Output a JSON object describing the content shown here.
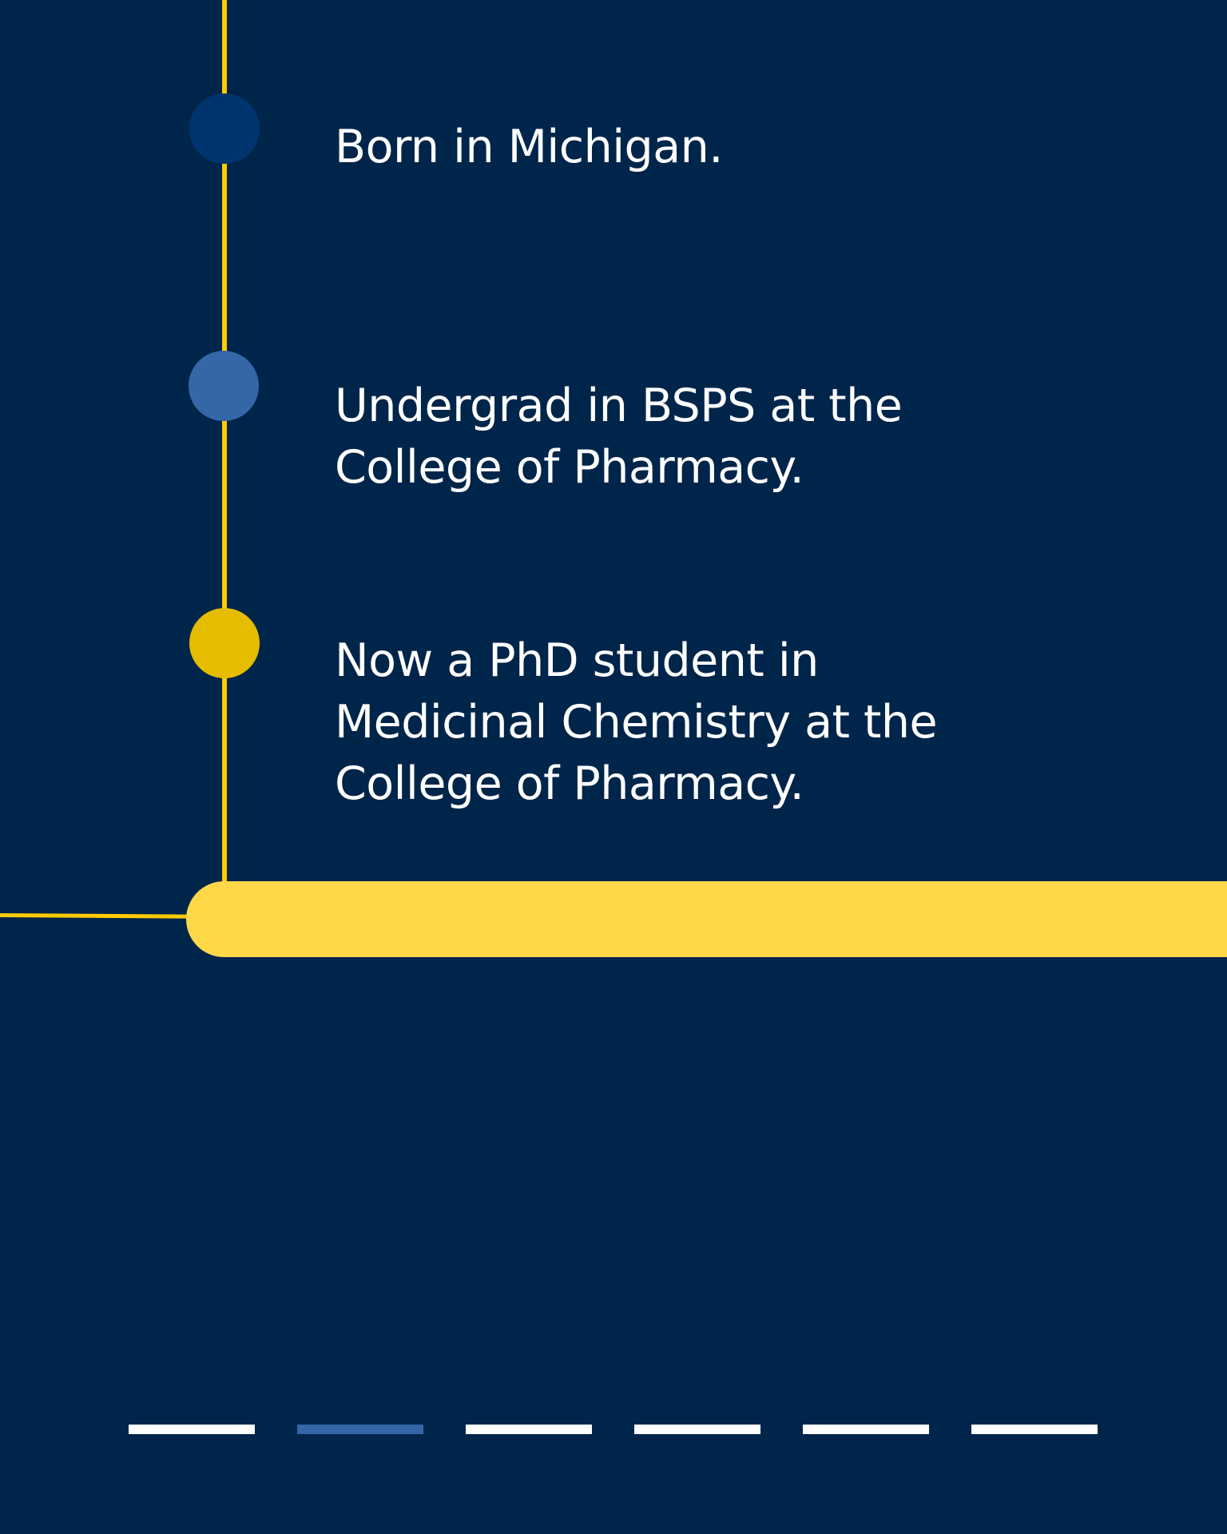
{
  "colors": {
    "background": "#00254a",
    "line": "#ffcb05",
    "track": "#ffd84a",
    "text": "#ffffff"
  },
  "timeline": {
    "milestones": [
      {
        "text": "Born in Michigan.",
        "dot_color": "#00346e"
      },
      {
        "text": "Undergrad in BSPS at the\nCollege of Pharmacy.",
        "dot_color": "#3566a8"
      },
      {
        "text": "Now a PhD student in\nMedicinal Chemistry at the\nCollege of Pharmacy.",
        "dot_color": "#e6bc00"
      }
    ]
  },
  "pager": {
    "page_count": 6,
    "active_page": 2,
    "active_color": "#3566a8",
    "inactive_color": "#ffffff"
  }
}
